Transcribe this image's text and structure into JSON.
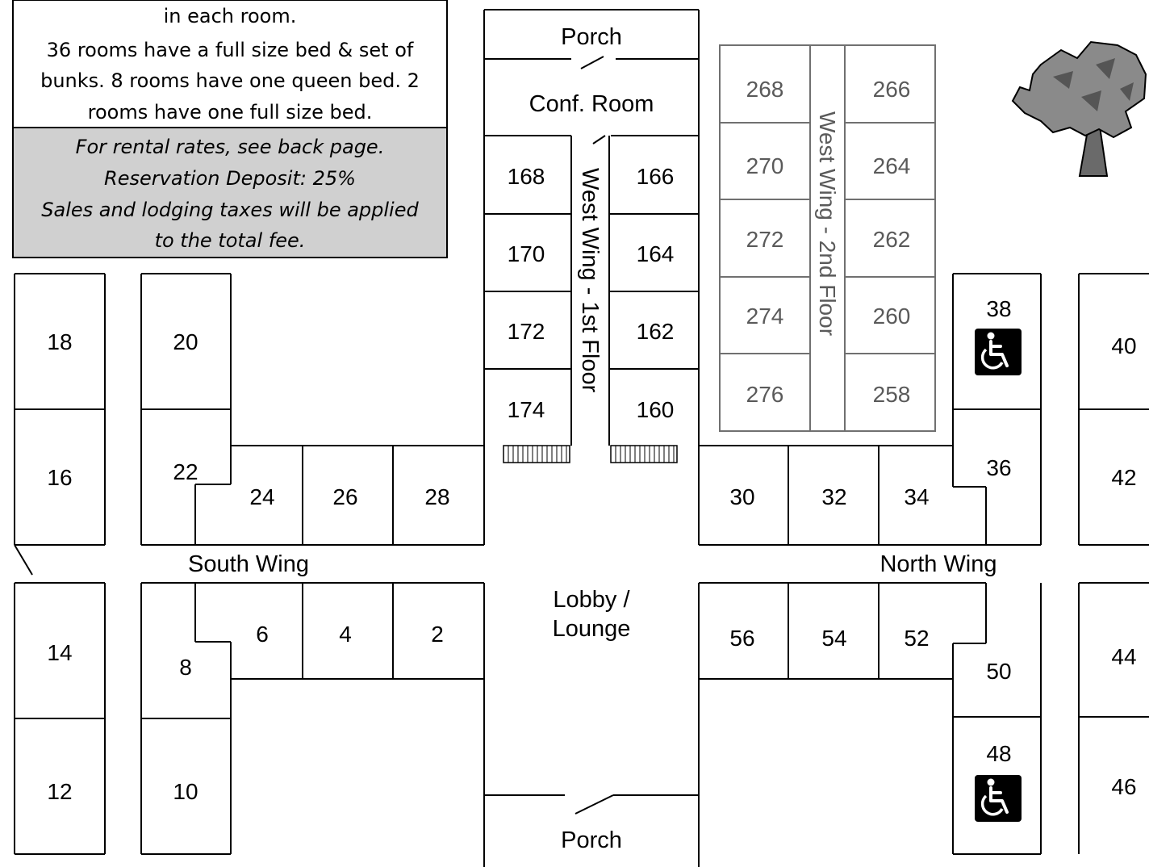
{
  "info": {
    "line1": "in each room.",
    "line2": "36 rooms have a full size bed & set of",
    "line3": "bunks. 8 rooms have one queen bed. 2",
    "line4": "rooms have one full size bed.",
    "rates1": "For rental rates, see back page.",
    "rates2": "Reservation Deposit: 25%",
    "rates3": "Sales and lodging taxes will be applied",
    "rates4": "to the total fee."
  },
  "areas": {
    "porch_top": "Porch",
    "conf_room": "Conf. Room",
    "west_wing_1": "West Wing - 1st Floor",
    "west_wing_2": "West Wing - 2nd Floor",
    "south_wing": "South Wing",
    "north_wing": "North Wing",
    "lobby1": "Lobby /",
    "lobby2": "Lounge",
    "porch_bottom": "Porch"
  },
  "rooms": {
    "r2": "2",
    "r4": "4",
    "r6": "6",
    "r8": "8",
    "r10": "10",
    "r12": "12",
    "r14": "14",
    "r16": "16",
    "r18": "18",
    "r20": "20",
    "r22": "22",
    "r24": "24",
    "r26": "26",
    "r28": "28",
    "r30": "30",
    "r32": "32",
    "r34": "34",
    "r36": "36",
    "r38": "38",
    "r40": "40",
    "r42": "42",
    "r44": "44",
    "r46": "46",
    "r48": "48",
    "r50": "50",
    "r52": "52",
    "r54": "54",
    "r56": "56",
    "r160": "160",
    "r162": "162",
    "r164": "164",
    "r166": "166",
    "r168": "168",
    "r170": "170",
    "r172": "172",
    "r174": "174",
    "r258": "258",
    "r260": "260",
    "r262": "262",
    "r264": "264",
    "r266": "266",
    "r268": "268",
    "r270": "270",
    "r272": "272",
    "r274": "274",
    "r276": "276"
  },
  "icons": {
    "accessible_38": "wheelchair-icon",
    "accessible_48": "wheelchair-icon",
    "tree": "tree-icon"
  },
  "colors": {
    "walls": "#000000",
    "second_floor": "#707070",
    "info_shade": "#d0d0d0"
  }
}
